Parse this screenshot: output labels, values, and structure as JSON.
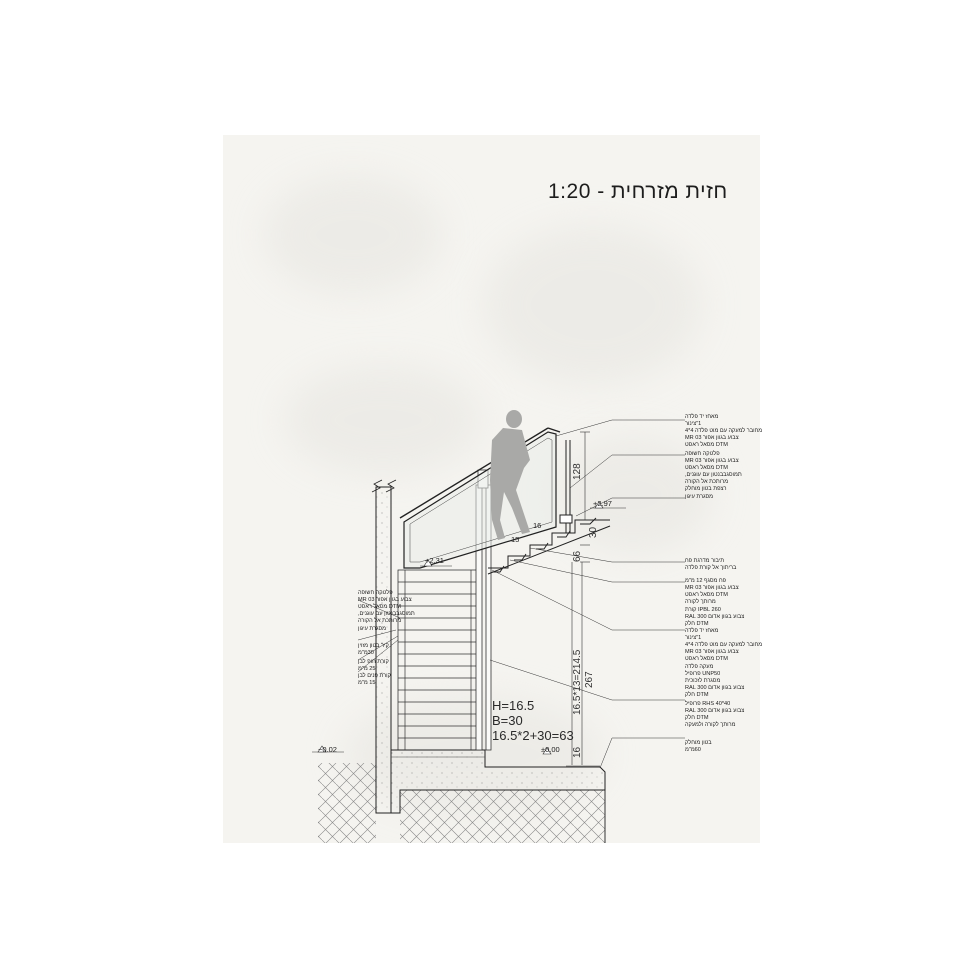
{
  "title": "חזית מזרחית  -  1:20",
  "levels": {
    "top": "+2.97",
    "mid": "+2.31",
    "ground": "±0.00",
    "outside": "−0.02"
  },
  "dimensions": {
    "rail_height": "128",
    "rise_30": "30",
    "rise_66": "66",
    "run_vertical": "16.5*13=214.5",
    "total_267": "267",
    "step_16a": "16",
    "step_15": "15",
    "step_16b": "16"
  },
  "stair_calc": {
    "line1": "H=16.5",
    "line2": "B=30",
    "line3": "16.5*2+30=63"
  },
  "right_labels": [
    "מאחז יד פלדה",
    "1\"צינור",
    "מחובר למעקה עם מוט פלדה 4*4",
    "צבוע  בגוון אפור MR 03",
    "DTM מסאל ראסט",
    "פלטקה חשופה",
    "צבוע  בגוון אפור MR 03",
    "DTM מסאל ראסט",
    "תמוסגבבנטון עם עוגנים,",
    "מרותכת אל הקורה",
    "רצפת בטון מוחלק",
    "מסגרת עיגון",
    "תיבור מדרגת פח",
    "בריתוך אל קורת פלדה",
    "פח מסגף 12 מ\"מ",
    "צבוע  בגוון אפור MR 03",
    "DTM מסאל ראסט",
    "מרותך לקורה",
    "IPBL 260 קורת",
    "צבוע  בגוון אדום RAL 300",
    "DTM חלק",
    "מאחז יד פלדה",
    "1\"צינור",
    "מחובר למעקה עם מוט פלדה 4*4",
    "צבוע  בגוון אפור MR 03",
    "DTM מסאל ראסט",
    "מעקה פלדה",
    "UNP50 פרופיל",
    "מסגרת לזכוכית",
    "צבוע  בגוון אדום RAL 300",
    "DTM חלק",
    "RHS 40*40 פרופיל",
    "צבוע  בגוון אדום RAL 300",
    "DTM חלק",
    "מרותך לקורה ולמעקה",
    "בטון מוחלק",
    "60מ\"מ"
  ],
  "left_labels": [
    "פלטקה חשופה",
    "צבוע  בגוון אפור MR 03",
    "DTM מסאל ראסט",
    "תמוסגבבנטון עם עוגנים,",
    "מרותכת אל הקורה",
    "מסגרת עיגון",
    "קיר בטון מזוין",
    "30מ\"מ",
    "קורת חופ לבן",
    "25 מ\"מ",
    "קורת פנים לבן",
    "15 מ\"מ"
  ]
}
